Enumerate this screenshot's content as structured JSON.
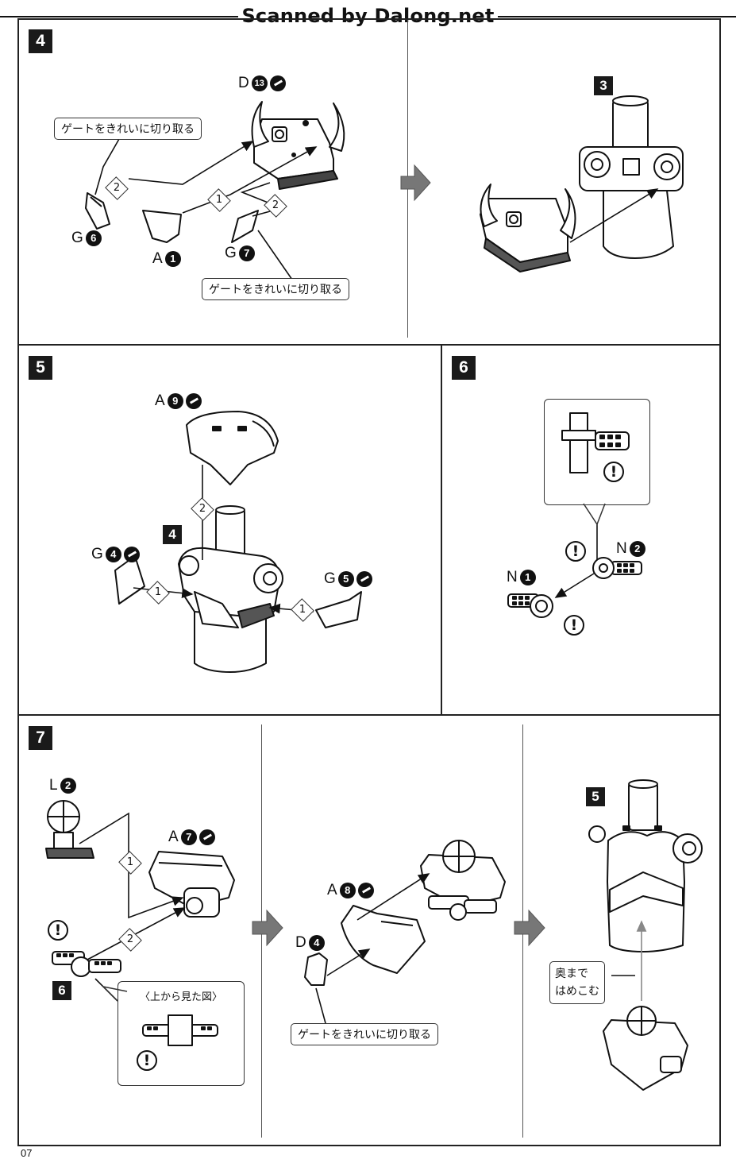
{
  "watermark": "Scanned by Dalong.net",
  "page_number": "07",
  "steps": {
    "s4": {
      "number": "4",
      "ref": "3",
      "labels": {
        "d13": {
          "letter": "D",
          "num": "13"
        },
        "g6": {
          "letter": "G",
          "num": "6"
        },
        "a1": {
          "letter": "A",
          "num": "1"
        },
        "g7": {
          "letter": "G",
          "num": "7"
        }
      },
      "callout_top": "ゲートをきれいに切り取る",
      "callout_bottom": "ゲートをきれいに切り取る",
      "orders": [
        "2",
        "1",
        "2"
      ]
    },
    "s5": {
      "number": "5",
      "ref": "4",
      "labels": {
        "a9": {
          "letter": "A",
          "num": "9"
        },
        "g4": {
          "letter": "G",
          "num": "4"
        },
        "g5": {
          "letter": "G",
          "num": "5"
        }
      },
      "orders": [
        "2",
        "1",
        "1"
      ]
    },
    "s6": {
      "number": "6",
      "labels": {
        "n2": {
          "letter": "N",
          "num": "2"
        },
        "n1": {
          "letter": "N",
          "num": "1"
        }
      },
      "warn": "!"
    },
    "s7": {
      "number": "7",
      "ref6": "6",
      "ref5": "5",
      "labels": {
        "l2": {
          "letter": "L",
          "num": "2"
        },
        "a7": {
          "letter": "A",
          "num": "7"
        },
        "a8": {
          "letter": "A",
          "num": "8"
        },
        "d4": {
          "letter": "D",
          "num": "4"
        }
      },
      "orders": [
        "1",
        "2"
      ],
      "inset_title": "〈上から見た図〉",
      "callout_gate": "ゲートをきれいに切り取る",
      "callout_push_1": "奥まで",
      "callout_push_2": "はめこむ"
    }
  }
}
